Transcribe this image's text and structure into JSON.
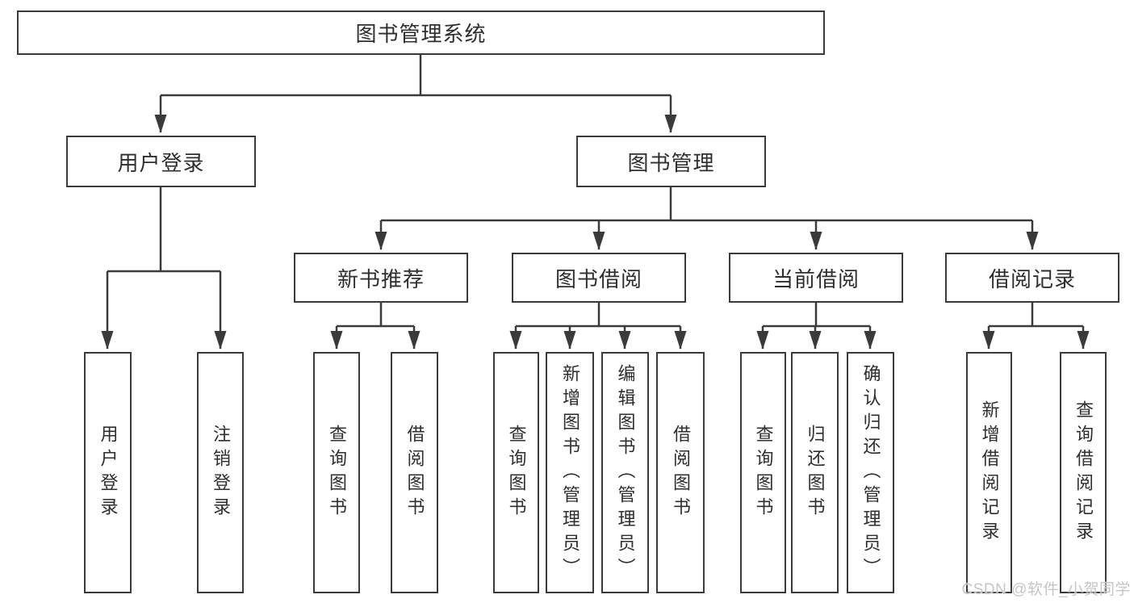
{
  "tree": {
    "root": {
      "label": "图书管理系统",
      "children": [
        {
          "label": "用户登录",
          "children": [
            {
              "label": "用户登录"
            },
            {
              "label": "注销登录"
            }
          ]
        },
        {
          "label": "图书管理",
          "children": [
            {
              "label": "新书推荐",
              "children": [
                {
                  "label": "查询图书"
                },
                {
                  "label": "借阅图书"
                }
              ]
            },
            {
              "label": "图书借阅",
              "children": [
                {
                  "label": "查询图书"
                },
                {
                  "label": "新增图书（管理员）"
                },
                {
                  "label": "编辑图书（管理员）"
                },
                {
                  "label": "借阅图书"
                }
              ]
            },
            {
              "label": "当前借阅",
              "children": [
                {
                  "label": "查询图书"
                },
                {
                  "label": "归还图书"
                },
                {
                  "label": "确认归还（管理员）"
                }
              ]
            },
            {
              "label": "借阅记录",
              "children": [
                {
                  "label": "新增借阅记录"
                },
                {
                  "label": "查询借阅记录"
                }
              ]
            }
          ]
        }
      ]
    }
  },
  "watermark": {
    "text": "CSDN @软件_小贺同学"
  },
  "colors": {
    "line": "#3a3a3a",
    "text": "#2e2e2e",
    "watermark": "#c6c6c6",
    "background": "#ffffff"
  }
}
